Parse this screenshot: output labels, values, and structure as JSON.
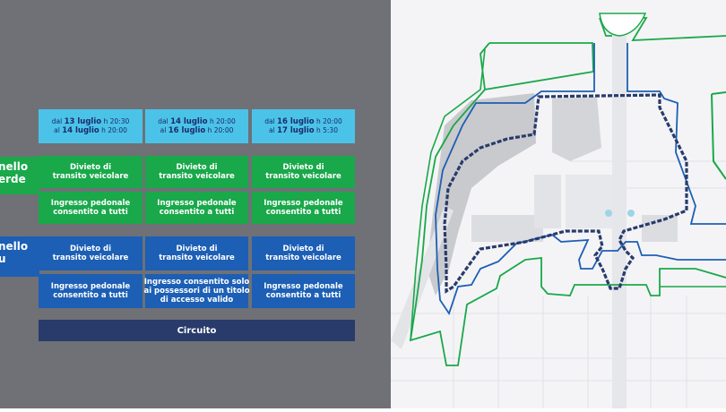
{
  "legend": {
    "dates": [
      {
        "l1_from": "dal",
        "l1_day": "13 luglio",
        "l1_time": "h 20:30",
        "l2_to": "al",
        "l2_day": "14 luglio",
        "l2_time": "h 20:00"
      },
      {
        "l1_from": "dal",
        "l1_day": "14 luglio",
        "l1_time": "h 20:00",
        "l2_to": "al",
        "l2_day": "16 luglio",
        "l2_time": "h 20:00"
      },
      {
        "l1_from": "dal",
        "l1_day": "16 luglio",
        "l1_time": "h 20:00",
        "l2_to": "al",
        "l2_day": "17 luglio",
        "l2_time": "h 5:30"
      }
    ],
    "green_row_label": "nello\nerde",
    "blue_row_label": "nello\nu",
    "green_rows": [
      [
        "Divieto di\ntransito veicolare",
        "Divieto di\ntransito veicolare",
        "Divieto di\ntransito veicolare"
      ],
      [
        "Ingresso pedonale\nconsentito a tutti",
        "Ingresso pedonale\nconsentito a tutti",
        "Ingresso pedonale\nconsentito a tutti"
      ]
    ],
    "blue_rows": [
      [
        "Divieto di\ntransito veicolare",
        "Divieto di\ntransito veicolare",
        "Divieto di\ntransito veicolare"
      ],
      [
        "Ingresso pedonale\nconsentito a tutti",
        "Ingresso consentito solo\nai possessori di un titolo\ndi accesso valido",
        "Ingresso pedonale\nconsentito a tutti"
      ]
    ],
    "circuit_label": "Circuito"
  },
  "colors": {
    "panel_bg": "#6f7176",
    "date_cell": "#4bc3e9",
    "green": "#19a84a",
    "blue": "#1c5fb5",
    "circuit": "#283b6b",
    "map_bg": "#f4f4f6",
    "park": "#c9cacd"
  }
}
